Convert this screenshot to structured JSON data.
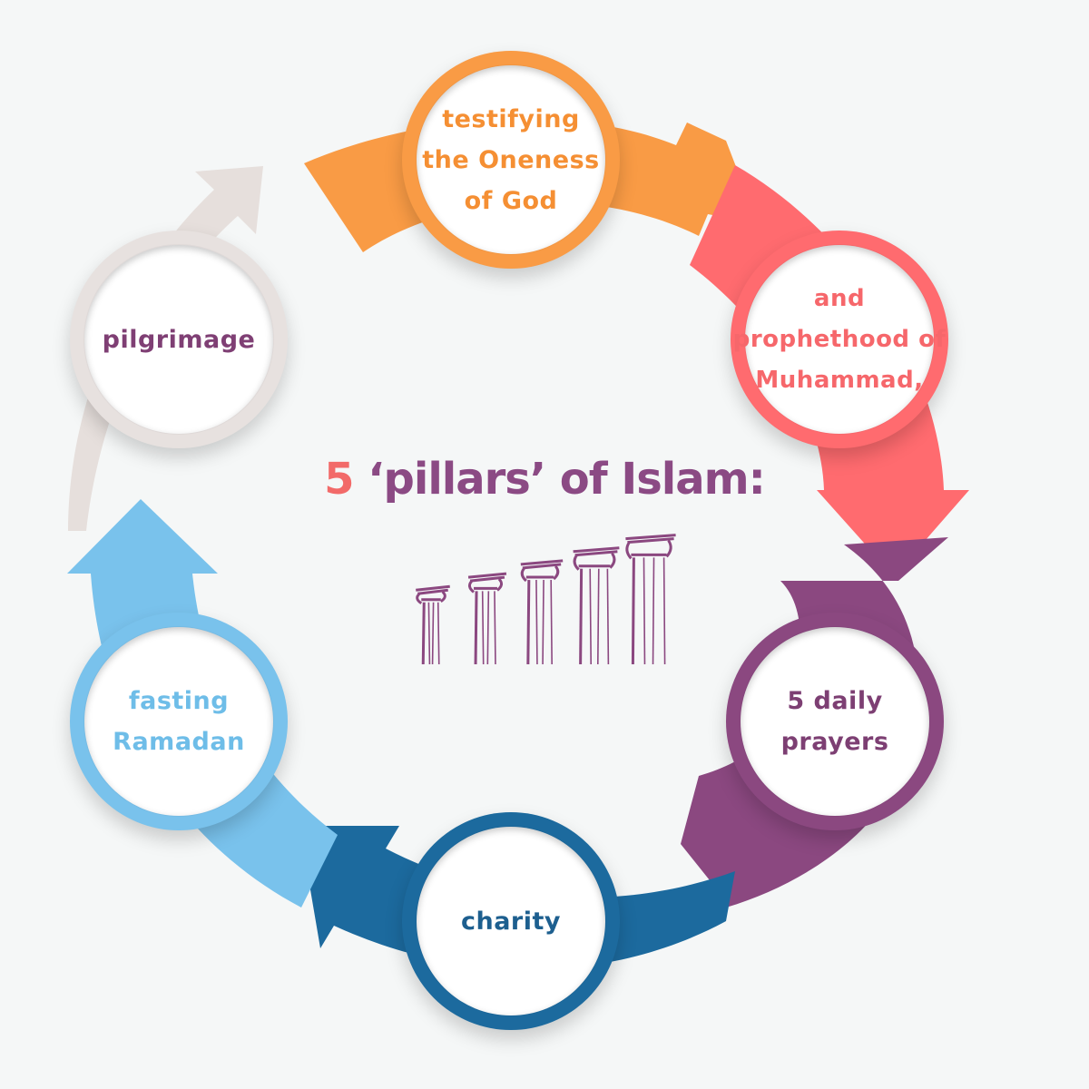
{
  "title": {
    "number": "5",
    "text": "‘pillars’ of Islam:"
  },
  "pillars": [
    {
      "label": "testifying\nthe Oneness\nof God",
      "color": "#f99b45"
    },
    {
      "label": "and\nprophethood of\nMuhammad,",
      "color": "#ff6b6f"
    },
    {
      "label": "5 daily\nprayers",
      "color": "#8b4880"
    },
    {
      "label": "charity",
      "color": "#1c6a9e"
    },
    {
      "label": "fasting\nRamadan",
      "color": "#79c2ec"
    },
    {
      "label": "pilgrimage",
      "color": "#e7e1df"
    }
  ],
  "pillar_icon": {
    "name": "greek-columns-icon",
    "count": 5,
    "color": "#8b4880"
  }
}
